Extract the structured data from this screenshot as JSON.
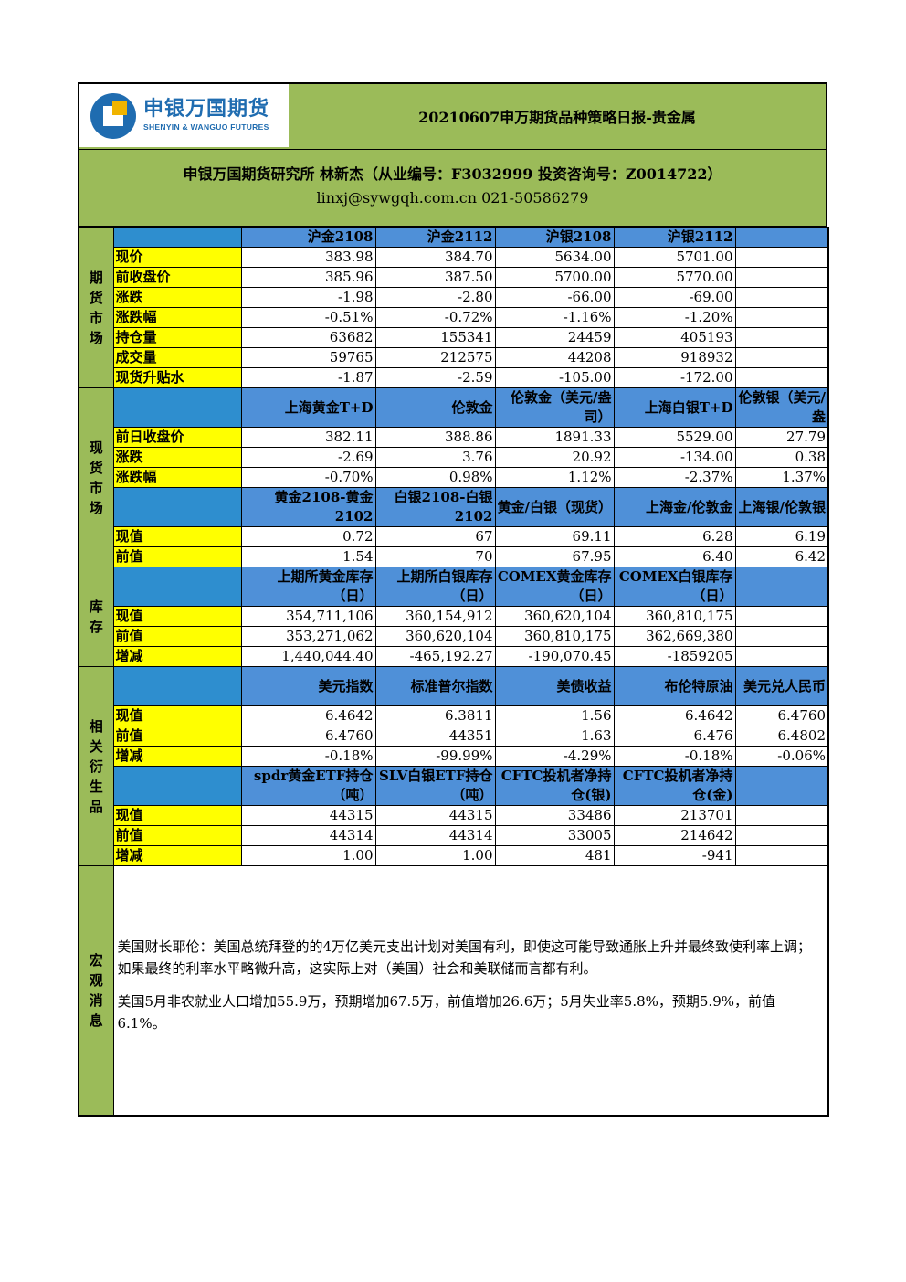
{
  "header": {
    "logo_cn": "申银万国期货",
    "logo_en": "SHENYIN & WANGUO FUTURES",
    "title": "20210607申万期货品种策略日报-贵金属"
  },
  "author": {
    "line1": "申银万国期货研究所 林新杰（从业编号：F3032999 投资咨询号：Z0014722）",
    "line2": "linxj@sywgqh.com.cn    021-50586279"
  },
  "futures": {
    "section": "期货市场",
    "columns": [
      "沪金2108",
      "沪金2112",
      "沪银2108",
      "沪银2112",
      ""
    ],
    "rows": [
      {
        "label": "现价",
        "values": [
          "383.98",
          "384.70",
          "5634.00",
          "5701.00",
          ""
        ]
      },
      {
        "label": "前收盘价",
        "values": [
          "385.96",
          "387.50",
          "5700.00",
          "5770.00",
          ""
        ]
      },
      {
        "label": "涨跌",
        "values": [
          "-1.98",
          "-2.80",
          "-66.00",
          "-69.00",
          ""
        ]
      },
      {
        "label": "涨跌幅",
        "values": [
          "-0.51%",
          "-0.72%",
          "-1.16%",
          "-1.20%",
          ""
        ]
      },
      {
        "label": "持仓量",
        "values": [
          "63682",
          "155341",
          "24459",
          "405193",
          ""
        ]
      },
      {
        "label": "成交量",
        "values": [
          "59765",
          "212575",
          "44208",
          "918932",
          ""
        ]
      },
      {
        "label": "现货升贴水",
        "values": [
          "-1.87",
          "-2.59",
          "-105.00",
          "-172.00",
          ""
        ]
      }
    ]
  },
  "spot": {
    "section": "现货市场",
    "columns": [
      "上海黄金T+D",
      "伦敦金",
      "伦敦金（美元/盎司）",
      "上海白银T+D",
      "伦敦银（美元/盎"
    ],
    "rows": [
      {
        "label": "前日收盘价",
        "values": [
          "382.11",
          "388.86",
          "1891.33",
          "5529.00",
          "27.79"
        ]
      },
      {
        "label": "涨跌",
        "values": [
          "-2.69",
          "3.76",
          "20.92",
          "-134.00",
          "0.38"
        ]
      },
      {
        "label": "涨跌幅",
        "values": [
          "-0.70%",
          "0.98%",
          "1.12%",
          "-2.37%",
          "1.37%"
        ]
      }
    ],
    "columns2": [
      "黄金2108-黄金2102",
      "白银2108-白银2102",
      "黄金/白银（现货）",
      "上海金/伦敦金",
      "上海银/伦敦银"
    ],
    "rows2": [
      {
        "label": "现值",
        "values": [
          "0.72",
          "67",
          "69.11",
          "6.28",
          "6.19"
        ]
      },
      {
        "label": "前值",
        "values": [
          "1.54",
          "70",
          "67.95",
          "6.40",
          "6.42"
        ]
      }
    ]
  },
  "inventory": {
    "section": "库存",
    "columns": [
      "上期所黄金库存（日）",
      "上期所白银库存（日）",
      "COMEX黄金库存（日）",
      "COMEX白银库存（日）",
      ""
    ],
    "rows": [
      {
        "label": "现值",
        "values": [
          "354,711,106",
          "360,154,912",
          "360,620,104",
          "360,810,175",
          ""
        ]
      },
      {
        "label": "前值",
        "values": [
          "353,271,062",
          "360,620,104",
          "360,810,175",
          "362,669,380",
          ""
        ]
      },
      {
        "label": "增减",
        "values": [
          "1,440,044.40",
          "-465,192.27",
          "-190,070.45",
          "-1859205",
          ""
        ]
      }
    ]
  },
  "derivatives": {
    "section": "相关衍生品",
    "columns": [
      "美元指数",
      "标准普尔指数",
      "美债收益",
      "布伦特原油",
      "美元兑人民币"
    ],
    "rows": [
      {
        "label": "现值",
        "values": [
          "6.4642",
          "6.3811",
          "1.56",
          "6.4642",
          "6.4760"
        ]
      },
      {
        "label": "前值",
        "values": [
          "6.4760",
          "44351",
          "1.63",
          "6.476",
          "6.4802"
        ]
      },
      {
        "label": "增减",
        "values": [
          "-0.18%",
          "-99.99%",
          "-4.29%",
          "-0.18%",
          "-0.06%"
        ]
      }
    ],
    "columns2": [
      "spdr黄金ETF持仓（吨）",
      "SLV白银ETF持仓（吨）",
      "CFTC投机者净持仓(银)",
      "CFTC投机者净持仓(金)",
      ""
    ],
    "rows2": [
      {
        "label": "现值",
        "values": [
          "44315",
          "44315",
          "33486",
          "213701",
          ""
        ]
      },
      {
        "label": "前值",
        "values": [
          "44314",
          "44314",
          "33005",
          "214642",
          ""
        ]
      },
      {
        "label": "增减",
        "values": [
          "1.00",
          "1.00",
          "481",
          "-941",
          ""
        ]
      }
    ]
  },
  "macro": {
    "section": "宏观消息",
    "paragraphs": [
      "美国财长耶伦：美国总统拜登的的4万亿美元支出计划对美国有利，即使这可能导致通胀上升并最终致使利率上调；如果最终的利率水平略微升高，这实际上对（美国）社会和美联储而言都有利。",
      "美国5月非农就业人口增加55.9万，预期增加67.5万，前值增加26.6万；5月失业率5.8%，预期5.9%，前值6.1%。"
    ]
  }
}
